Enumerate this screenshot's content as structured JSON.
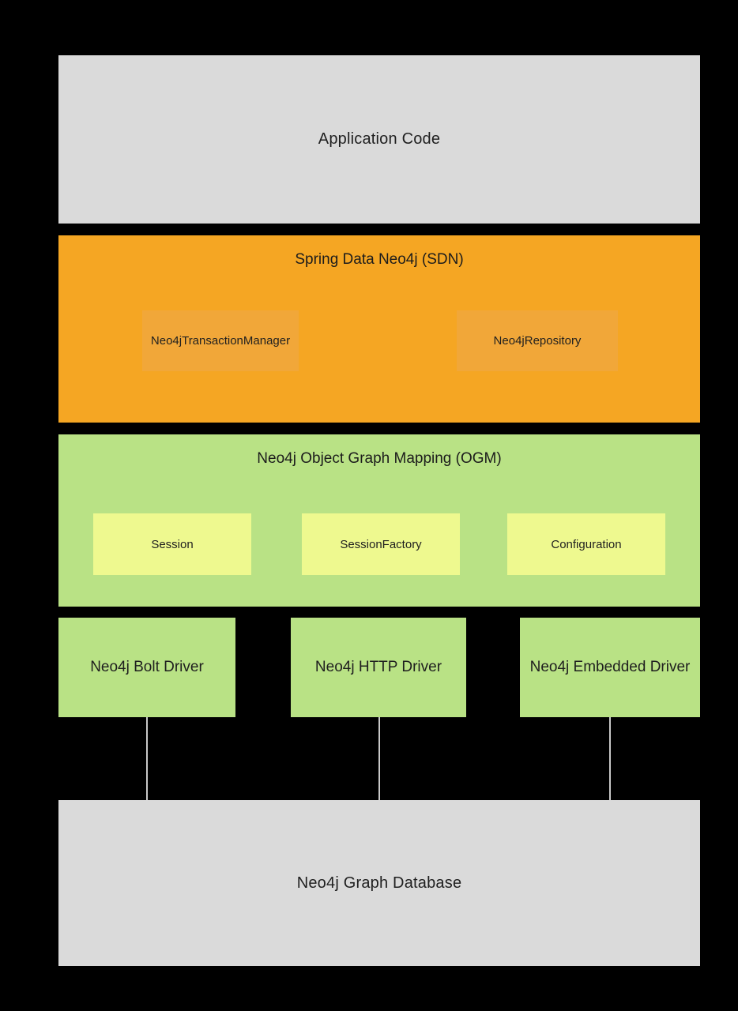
{
  "diagram": {
    "background_color": "#000000",
    "colors": {
      "gray_layer": "#dadada",
      "sdn_layer": "#f5a623",
      "sdn_inner": "#f1a739",
      "ogm_layer": "#b9e285",
      "ogm_inner": "#eef98f",
      "driver_box": "#b9e285",
      "connector_line": "#c9c9c9",
      "text": "#1f1f1f"
    },
    "application": {
      "label": "Application Code"
    },
    "sdn": {
      "title": "Spring Data Neo4j (SDN)",
      "children": [
        {
          "label": "Neo4jTransactionManager"
        },
        {
          "label": "Neo4jRepository"
        }
      ]
    },
    "ogm": {
      "title": "Neo4j Object Graph Mapping (OGM)",
      "children": [
        {
          "label": "Session"
        },
        {
          "label": "SessionFactory"
        },
        {
          "label": "Configuration"
        }
      ]
    },
    "drivers": [
      {
        "label": "Neo4j Bolt Driver"
      },
      {
        "label": "Neo4j HTTP Driver"
      },
      {
        "label": "Neo4j Embedded Driver"
      }
    ],
    "database": {
      "label": "Neo4j Graph Database"
    }
  }
}
